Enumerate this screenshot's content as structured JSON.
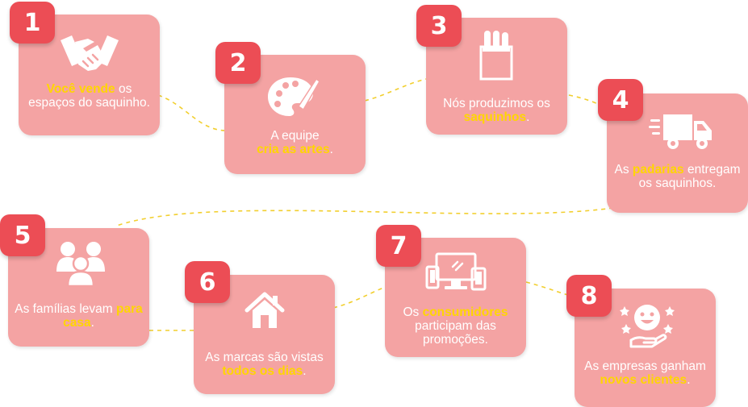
{
  "colors": {
    "card": "#f4a3a3",
    "badge": "#ec4d55",
    "highlight": "#ffd600",
    "connector": "#f2cf2f"
  },
  "steps": [
    {
      "number": "1",
      "icon": "handshake-icon",
      "parts": [
        "Você vende",
        " os espaços do saquinho."
      ]
    },
    {
      "number": "2",
      "icon": "palette-icon",
      "parts": [
        "A equipe ",
        "cria as artes",
        "."
      ]
    },
    {
      "number": "3",
      "icon": "bread-bag-icon",
      "parts": [
        "Nós produzimos os ",
        "saquinhos",
        "."
      ]
    },
    {
      "number": "4",
      "icon": "delivery-truck-icon",
      "parts": [
        "As ",
        "padarias",
        " entregam os saquinhos."
      ]
    },
    {
      "number": "5",
      "icon": "family-icon",
      "parts": [
        "As famílias levam ",
        "para casa",
        "."
      ]
    },
    {
      "number": "6",
      "icon": "house-icon",
      "parts": [
        "As marcas são vistas ",
        "todos os dias",
        "."
      ]
    },
    {
      "number": "7",
      "icon": "devices-icon",
      "parts": [
        "Os ",
        "consumidores",
        " participam das promoções."
      ]
    },
    {
      "number": "8",
      "icon": "happy-client-icon",
      "parts": [
        "As empresas ganham ",
        "novos clientes",
        "."
      ]
    }
  ]
}
